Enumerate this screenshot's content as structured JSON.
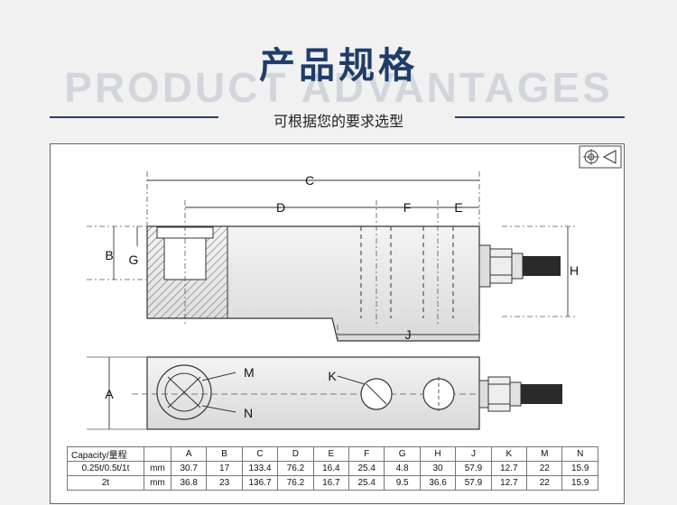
{
  "header": {
    "background_word": "PRODUCT ADVANTAGES",
    "title": "产品规格",
    "subtitle": "可根据您的要求选型"
  },
  "colors": {
    "title": "#1f3d6a",
    "rule": "#2a4068",
    "background": "#f1f1f1"
  },
  "drawing": {
    "projection_symbol": "first-angle-projection-icon",
    "dimension_labels": {
      "C": "C",
      "D": "D",
      "F": "F",
      "E": "E",
      "B": "B",
      "G": "G",
      "H": "H",
      "J": "J",
      "A": "A",
      "K": "K",
      "M": "M",
      "N": "N"
    }
  },
  "spec_table": {
    "headers": [
      "Capacity/量程",
      "",
      "A",
      "B",
      "C",
      "D",
      "E",
      "F",
      "G",
      "H",
      "J",
      "K",
      "M",
      "N"
    ],
    "rows": [
      [
        "0.25t/0.5t/1t",
        "mm",
        "30.7",
        "17",
        "133.4",
        "76.2",
        "16.4",
        "25.4",
        "4.8",
        "30",
        "57.9",
        "12.7",
        "22",
        "15.9"
      ],
      [
        "2t",
        "mm",
        "36.8",
        "23",
        "136.7",
        "76.2",
        "16.7",
        "25.4",
        "9.5",
        "36.6",
        "57.9",
        "12.7",
        "22",
        "15.9"
      ]
    ]
  }
}
